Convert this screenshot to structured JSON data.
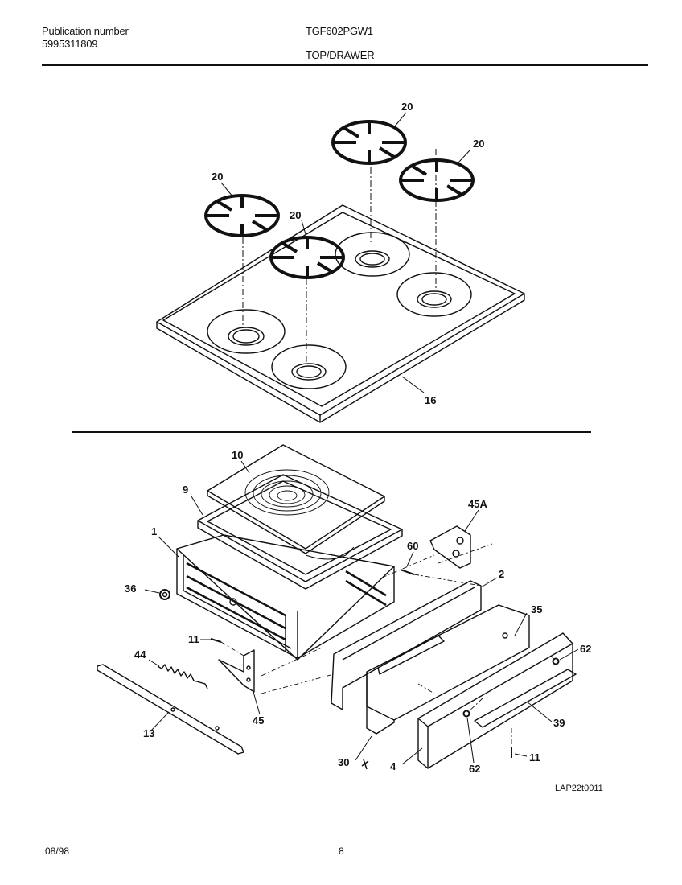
{
  "header": {
    "publication_label": "Publication number",
    "publication_number": "5995311809",
    "model": "TGF602PGW1",
    "section_title": "TOP/DRAWER"
  },
  "diagram": {
    "code": "LAP22t0011",
    "callouts": {
      "grate_a": "20",
      "grate_b": "20",
      "grate_c": "20",
      "grate_d": "20",
      "cooktop": "16",
      "pan_cover": "10",
      "broil_pan": "9",
      "frame": "1",
      "bracket_45a": "45A",
      "screw_60": "60",
      "slide_2": "2",
      "nut_36": "36",
      "drawer_back": "35",
      "screw_11a": "11",
      "spring": "44",
      "glide": "13",
      "bracket_45": "45",
      "clip_62a": "62",
      "trim": "39",
      "screw_11b": "11",
      "clip_62b": "62",
      "panel": "4",
      "drawer": "30"
    }
  },
  "footer": {
    "date": "08/98",
    "page": "8"
  }
}
